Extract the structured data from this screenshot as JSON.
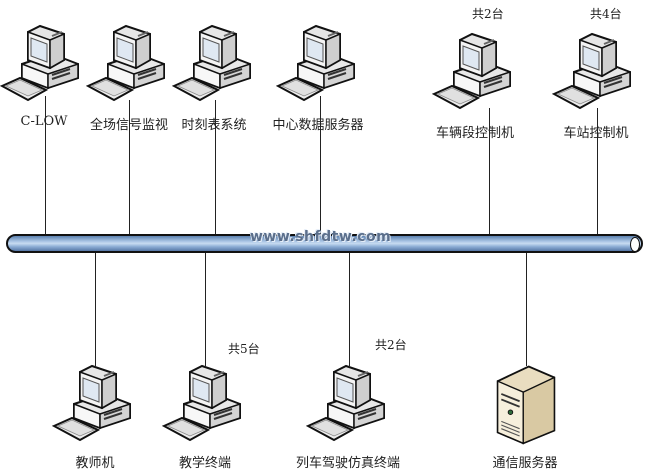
{
  "diagram": {
    "watermark": "www.shfdtw.com",
    "top_nodes": [
      {
        "id": "c-low",
        "label": "C-LOW",
        "icon": "desktop-computer-icon"
      },
      {
        "id": "signal-monitor",
        "label": "全场信号监视",
        "icon": "desktop-computer-icon"
      },
      {
        "id": "timetable",
        "label": "时刻表系统",
        "icon": "desktop-computer-icon"
      },
      {
        "id": "central-db",
        "label": "中心数据服务器",
        "icon": "desktop-computer-icon"
      },
      {
        "id": "depot-control",
        "label": "车辆段控制机",
        "icon": "desktop-computer-icon",
        "count": "共2台"
      },
      {
        "id": "station-control",
        "label": "车站控制机",
        "icon": "desktop-computer-icon",
        "count": "共4台"
      }
    ],
    "bottom_nodes": [
      {
        "id": "teacher",
        "label": "教师机",
        "icon": "desktop-computer-icon"
      },
      {
        "id": "teaching-terminal",
        "label": "教学终端",
        "icon": "desktop-computer-icon",
        "count": "共5台"
      },
      {
        "id": "driving-sim",
        "label": "列车驾驶仿真终端",
        "icon": "desktop-computer-icon",
        "count": "共2台"
      },
      {
        "id": "comm-server",
        "label": "通信服务器",
        "icon": "tower-server-icon"
      }
    ],
    "colors": {
      "bus": "#8eafd6",
      "line": "#222222",
      "server_case": "#efe6cf"
    }
  }
}
